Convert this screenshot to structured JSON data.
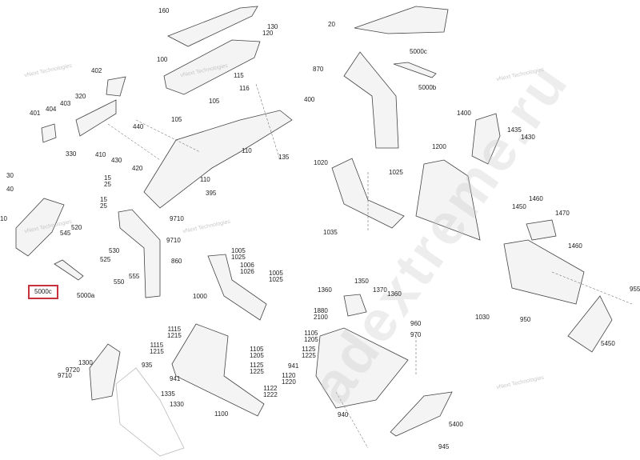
{
  "diagram": {
    "type": "exploded parts diagram",
    "highlighted_part": "5000c"
  },
  "labels": [
    "160",
    "130",
    "120",
    "100",
    "402",
    "115",
    "116",
    "320",
    "105",
    "400",
    "404",
    "403",
    "401",
    "105",
    "440",
    "330",
    "410",
    "430",
    "420",
    "110",
    "135",
    "110",
    "395",
    "30",
    "40",
    "15\n25",
    "15\n25",
    "10",
    "9710",
    "520",
    "20",
    "870",
    "5000c",
    "5000b",
    "1400",
    "1435",
    "1430",
    "1200",
    "1020",
    "1025",
    "1460",
    "1450",
    "1470",
    "545",
    "9710",
    "530",
    "525",
    "860",
    "550",
    "555",
    "5000c",
    "5000a",
    "1005\n1025",
    "1006\n1026",
    "1005\n1025",
    "1000",
    "1880\n2100",
    "1115\n1215",
    "1115\n1215",
    "1105\n1205",
    "1125\n1225",
    "1120\n1220",
    "1122\n1222",
    "941",
    "1300",
    "9720",
    "9710",
    "935",
    "1335",
    "1330",
    "1100",
    "1105\n1205",
    "1125\n1225",
    "941",
    "1035",
    "1460",
    "1350",
    "1360",
    "1370",
    "1360",
    "955",
    "1030",
    "950",
    "960",
    "970",
    "5450",
    "940",
    "5400",
    "945"
  ],
  "watermarks": {
    "brand": "vNext Technologies",
    "site": "adextreme.ru"
  }
}
